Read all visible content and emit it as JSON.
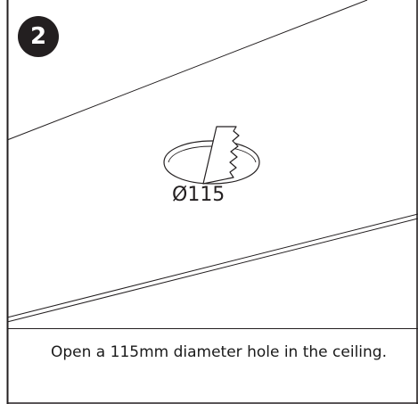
{
  "step": {
    "number": "2"
  },
  "drawing": {
    "dimension_label": "Ø115",
    "icon": "ceiling-saw-hole-icon"
  },
  "instruction": {
    "text": "Open a 115mm diameter hole in the ceiling."
  },
  "colors": {
    "ink": "#231f20",
    "background": "#ffffff",
    "badge_text": "#ffffff"
  }
}
